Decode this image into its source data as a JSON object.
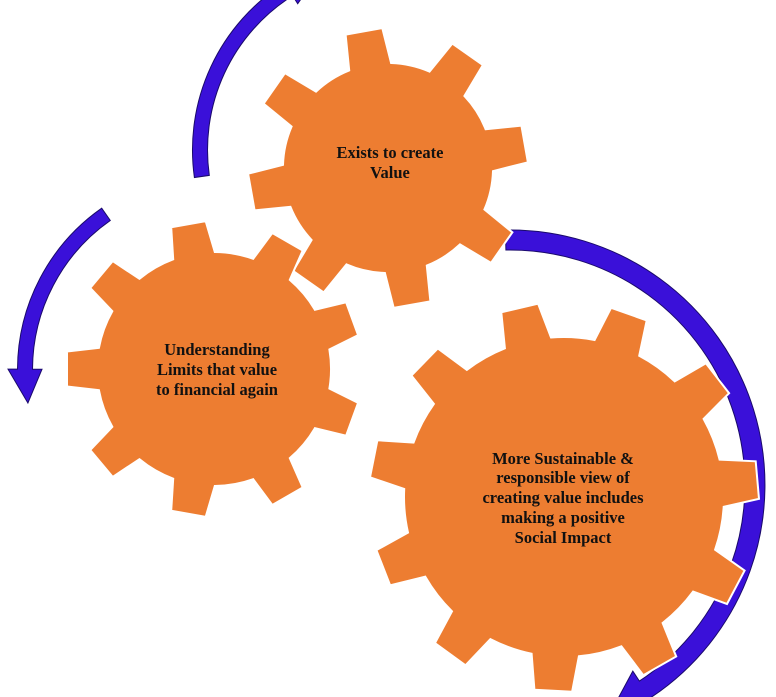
{
  "diagram": {
    "gears": [
      {
        "id": "gear-top",
        "text": "Exists to create\nValue"
      },
      {
        "id": "gear-left",
        "text": "Understanding\nLimits that value\nto financial again"
      },
      {
        "id": "gear-right",
        "text": "More Sustainable &\nresponsible view of\ncreating value includes\nmaking a positive\nSocial Impact"
      }
    ],
    "arrows": 3
  },
  "colors": {
    "gear_fill": "#ED7D31",
    "gear_stroke": "#ffffff",
    "arrow": "#3A10D9",
    "arrow_edge": "#1A0A6B",
    "text": "#111111"
  }
}
